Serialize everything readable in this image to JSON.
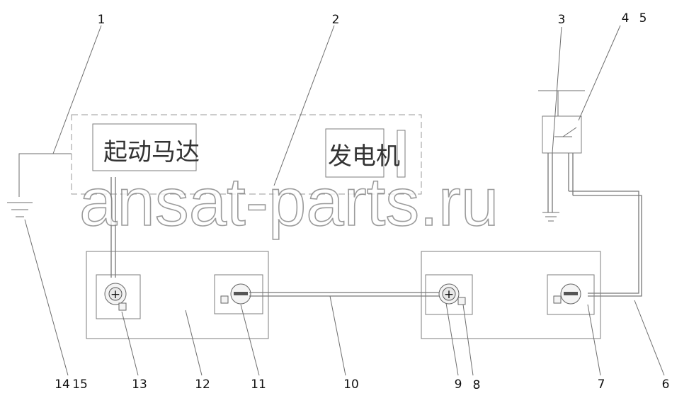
{
  "diagram": {
    "labels": [
      "1",
      "2",
      "3",
      "4",
      "5",
      "6",
      "7",
      "8",
      "9",
      "10",
      "11",
      "12",
      "13",
      "14",
      "15"
    ],
    "starter_motor": "起动马达",
    "generator": "发电机",
    "watermark": "ansat-parts.ru",
    "terminal_plus": "+",
    "terminal_minus": "−"
  }
}
